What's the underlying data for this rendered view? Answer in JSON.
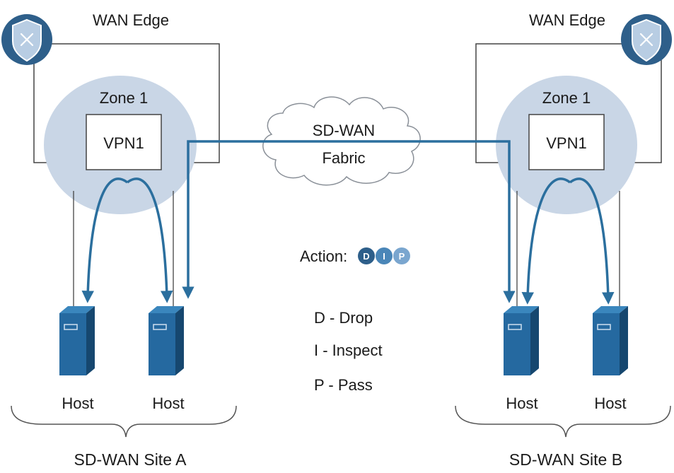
{
  "site_a": {
    "wan_edge_label": "WAN Edge",
    "zone_label": "Zone 1",
    "vpn_label": "VPN1",
    "hosts": [
      "Host",
      "Host"
    ],
    "site_label": "SD-WAN Site A"
  },
  "site_b": {
    "wan_edge_label": "WAN Edge",
    "zone_label": "Zone 1",
    "vpn_label": "VPN1",
    "hosts": [
      "Host",
      "Host"
    ],
    "site_label": "SD-WAN Site B"
  },
  "fabric": {
    "line1": "SD-WAN",
    "line2": "Fabric"
  },
  "action": {
    "label": "Action:",
    "badges": [
      "D",
      "I",
      "P"
    ],
    "legend": [
      "D - Drop",
      "I - Inspect",
      "P - Pass"
    ]
  },
  "colors": {
    "arrow": "#2b6f9e",
    "zone_fill": "#c9d6e6",
    "router_fill": "#2e5f8a",
    "server_dark": "#1d4f7a",
    "server_light": "#2c73a8",
    "badge_d": "#2e5f8a",
    "badge_i": "#4a86b8",
    "badge_p": "#7aa6cf",
    "cloud_stroke": "#8a9098"
  }
}
